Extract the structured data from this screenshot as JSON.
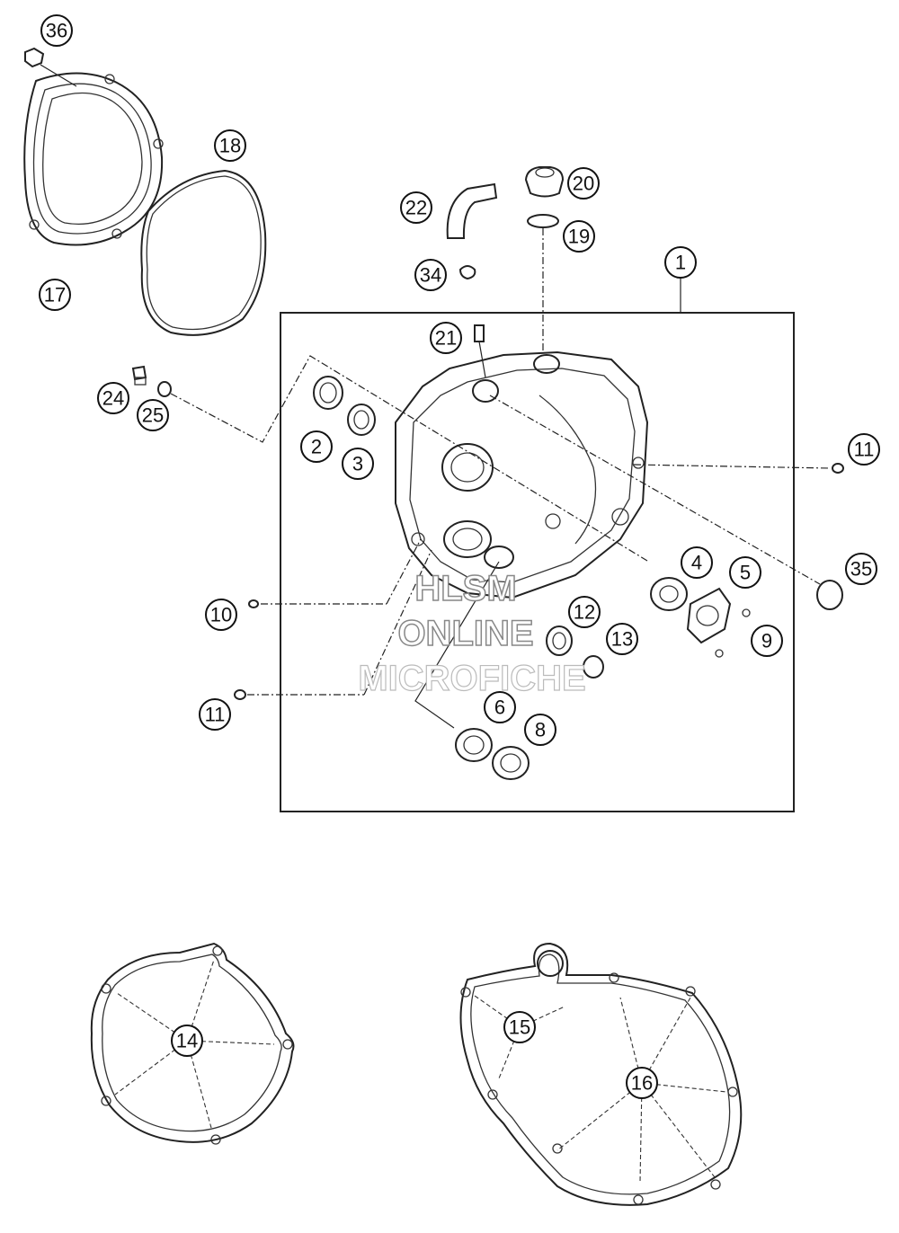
{
  "callouts": {
    "c1": "1",
    "c2": "2",
    "c3": "3",
    "c4": "4",
    "c5": "5",
    "c6": "6",
    "c8": "8",
    "c9": "9",
    "c10": "10",
    "c11a": "11",
    "c11b": "11",
    "c12": "12",
    "c13": "13",
    "c14": "14",
    "c15": "15",
    "c16": "16",
    "c17": "17",
    "c18": "18",
    "c19": "19",
    "c20": "20",
    "c21": "21",
    "c22": "22",
    "c24": "24",
    "c25": "25",
    "c34": "34",
    "c35": "35",
    "c36": "36"
  },
  "watermark": {
    "line1": "HLSM",
    "line2": "ONLINE",
    "line3": "MICROFICHE"
  }
}
